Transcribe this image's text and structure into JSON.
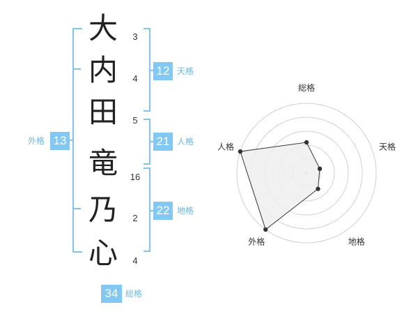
{
  "name_chars": [
    {
      "char": "大",
      "strokes": "3"
    },
    {
      "char": "内",
      "strokes": "4"
    },
    {
      "char": "田",
      "strokes": "5"
    },
    {
      "char": "竜",
      "strokes": "16"
    },
    {
      "char": "乃",
      "strokes": "2"
    },
    {
      "char": "心",
      "strokes": "4"
    }
  ],
  "kakusu": {
    "tenkaku": {
      "value": "12",
      "label": "天格"
    },
    "jinkaku": {
      "value": "21",
      "label": "人格"
    },
    "chikaku": {
      "value": "22",
      "label": "地格"
    },
    "gaikaku": {
      "value": "13",
      "label": "外格"
    },
    "soukaku": {
      "value": "34",
      "label": "総格"
    }
  },
  "colors": {
    "accent": "#82c8f4",
    "bracket": "#7fc3ef",
    "label": "#6bb8ea",
    "radar_fill": "#efefef",
    "radar_ring": "#d0d0d0",
    "marker": "#333333"
  },
  "chart_data": {
    "type": "radar",
    "axes": [
      "総格",
      "天格",
      "地格",
      "外格",
      "人格"
    ],
    "values": [
      2.2,
      1.0,
      1.4,
      5.0,
      5.0
    ],
    "rmax": 5,
    "rings": 5
  }
}
